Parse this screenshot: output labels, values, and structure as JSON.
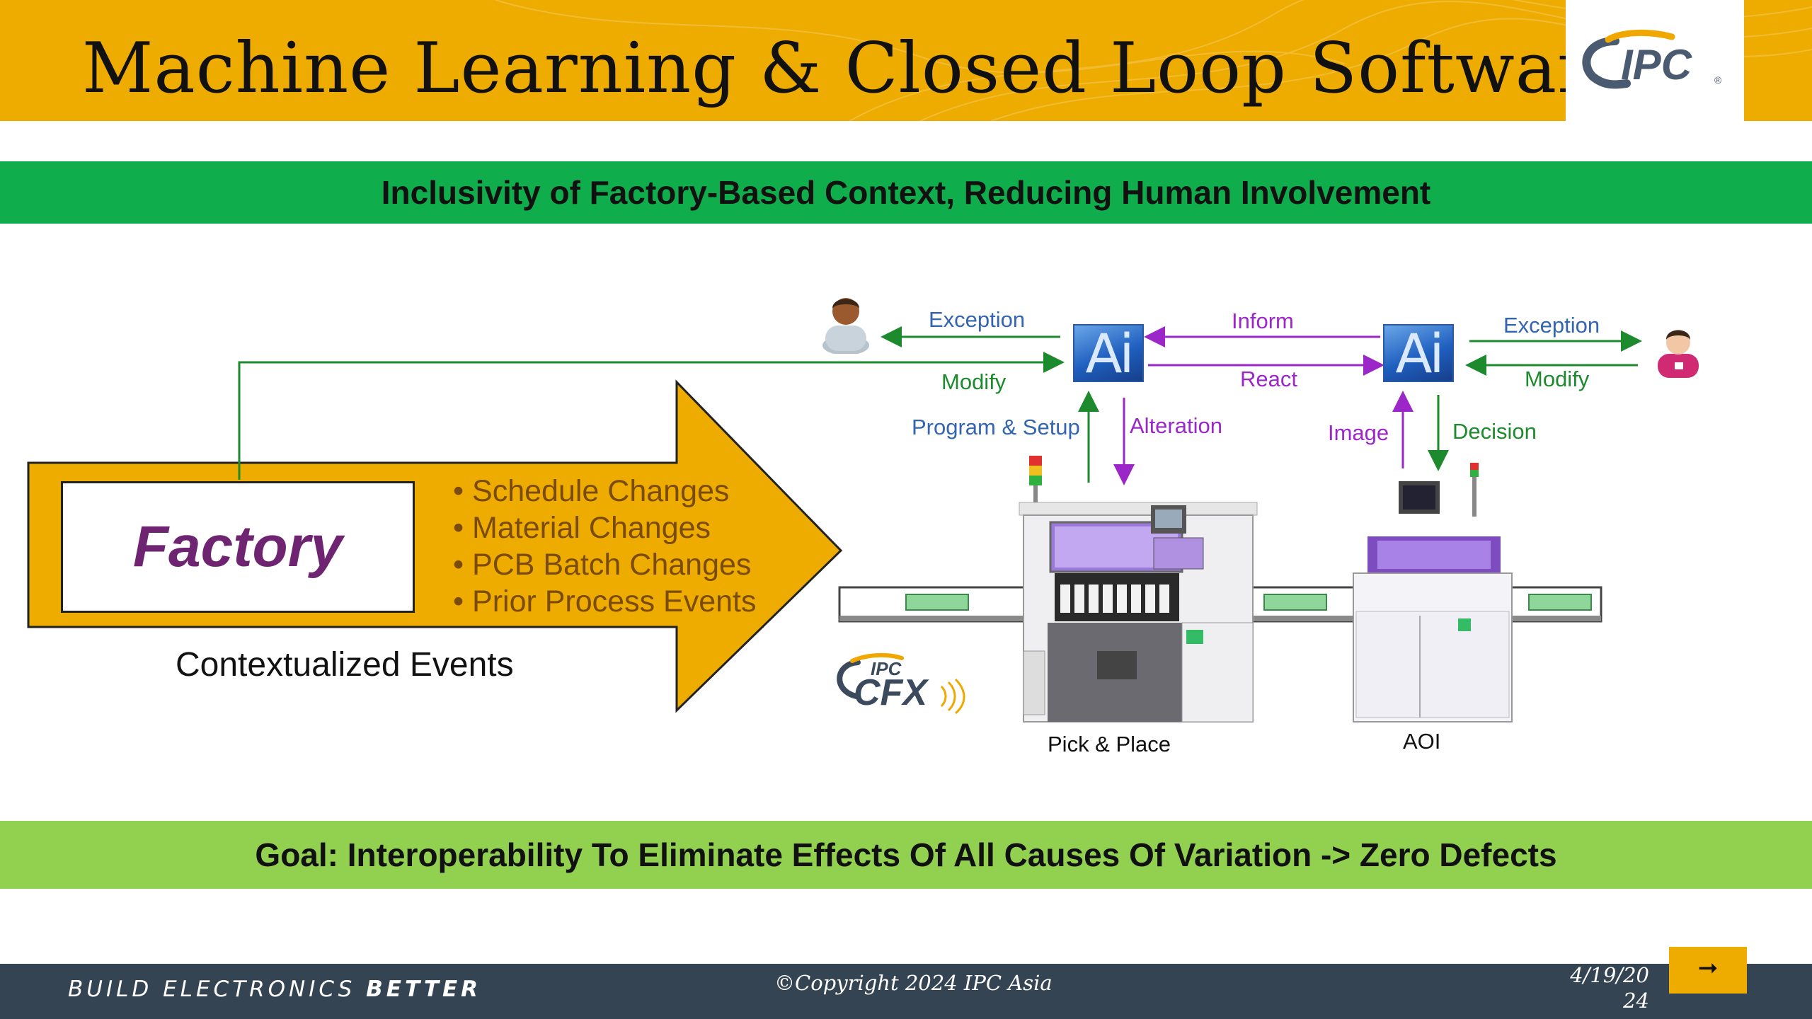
{
  "header": {
    "title": "Machine Learning & Closed Loop Software",
    "logo_text": "IPC"
  },
  "banner_top": "Inclusivity of Factory-Based Context, Reducing Human Involvement",
  "factory": {
    "label": "Factory",
    "events": [
      "Schedule Changes",
      "Material Changes",
      "PCB Batch Changes",
      "Prior Process Events"
    ],
    "caption": "Contextualized Events"
  },
  "flow": {
    "exception_left": "Exception",
    "modify_left": "Modify",
    "inform": "Inform",
    "react": "React",
    "exception_right": "Exception",
    "modify_right": "Modify",
    "program_setup": "Program & Setup",
    "alteration": "Alteration",
    "image": "Image",
    "decision": "Decision",
    "ai_left": "Ai",
    "ai_right": "Ai"
  },
  "machines": {
    "pick_place": "Pick & Place",
    "aoi": "AOI",
    "cfx_logo_top": "IPC",
    "cfx_logo_main": "CFX"
  },
  "banner_goal": "Goal: Interoperability To Eliminate Effects Of All Causes Of Variation -> Zero Defects",
  "footer": {
    "tagline_light": "BUILD ELECTRONICS ",
    "tagline_bold": "BETTER",
    "copyright": "©Copyright 2024 IPC Asia",
    "date_line1": "4/19/20",
    "date_line2": "24",
    "next_icon": "➞"
  },
  "colors": {
    "header": "#eeac00",
    "band_green": "#0fad4c",
    "band_lime": "#92d050",
    "footer": "#354452",
    "factory_text": "#6e2470"
  }
}
